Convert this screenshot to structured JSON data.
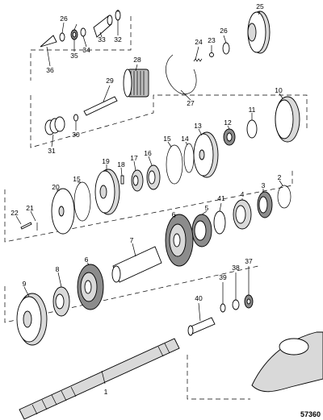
{
  "labels": [
    "1",
    "2",
    "3",
    "4",
    "5",
    "6",
    "6",
    "7",
    "8",
    "9",
    "10",
    "11",
    "12",
    "13",
    "14",
    "15",
    "15",
    "16",
    "17",
    "18",
    "19",
    "20",
    "21",
    "22",
    "23",
    "24",
    "25",
    "26",
    "26",
    "27",
    "28",
    "29",
    "30",
    "31",
    "32",
    "33",
    "34",
    "35",
    "36",
    "37",
    "38",
    "39",
    "40",
    "41"
  ],
  "figure_id": "57360"
}
